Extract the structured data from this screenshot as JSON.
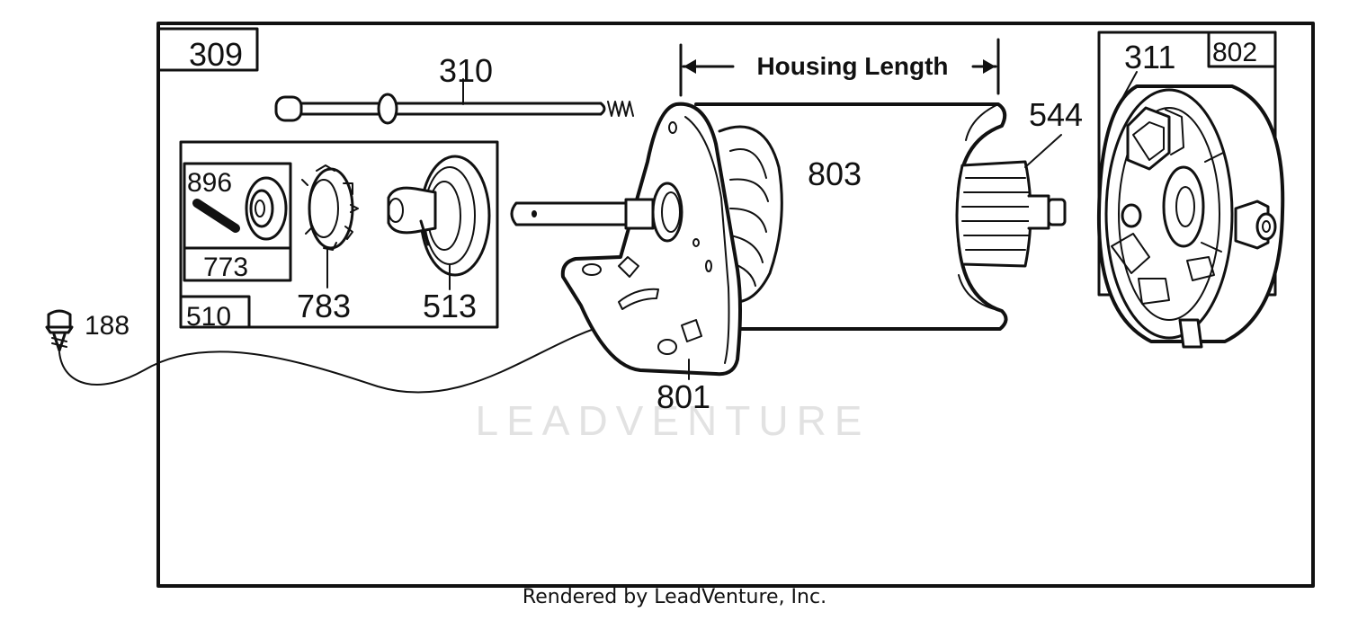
{
  "parts": {
    "p309": "309",
    "p310": "310",
    "p311": "311",
    "p802": "802",
    "p544": "544",
    "p803": "803",
    "p801": "801",
    "p510": "510",
    "p773": "773",
    "p896": "896",
    "p783": "783",
    "p513": "513",
    "p188": "188"
  },
  "dimension_label": "Housing Length",
  "watermark": "LEADVENTURE",
  "footer": "Rendered by LeadVenture, Inc."
}
